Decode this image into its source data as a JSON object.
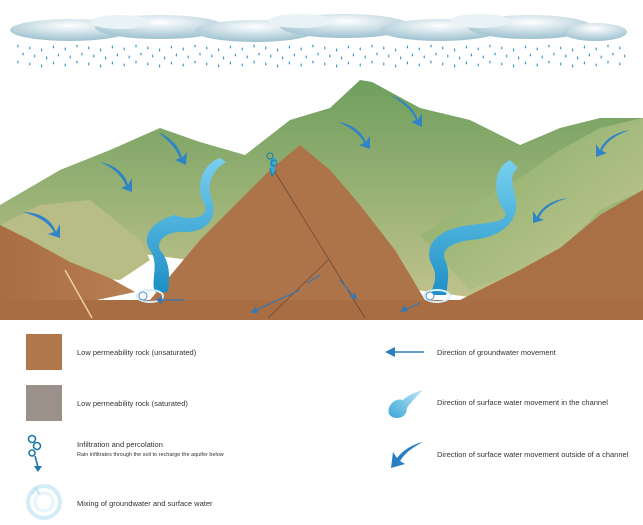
{
  "colors": {
    "unsaturated_rock": "#b0774a",
    "saturated_rock": "#9b908a",
    "water": "#33a6d6",
    "hill_green": "#94b877",
    "arrow_blue": "#2a7ec4",
    "sky_rain": "#3a93c4"
  },
  "legend": {
    "unsaturated": {
      "label": "Low permeability rock (unsaturated)",
      "icon": "brown-swatch"
    },
    "saturated": {
      "label": "Low permeability rock (saturated)",
      "icon": "gray-swatch"
    },
    "infiltration": {
      "label": "Infiltration and percolation",
      "sub": "Rain infiltrates through the soil to recharge the aquifer below",
      "icon": "infiltration-icon"
    },
    "mixing": {
      "label": "Mixing of groundwater and surface water",
      "icon": "mixing-icon"
    },
    "groundwater": {
      "label": "Direction of groundwater movement",
      "icon": "arrow-left-icon"
    },
    "channel": {
      "label": "Direction of surface water movement in the channel",
      "icon": "teardrop-arrow-icon"
    },
    "outside": {
      "label": "Direction of surface water movement outside of a channel",
      "icon": "curved-arrow-icon"
    }
  }
}
